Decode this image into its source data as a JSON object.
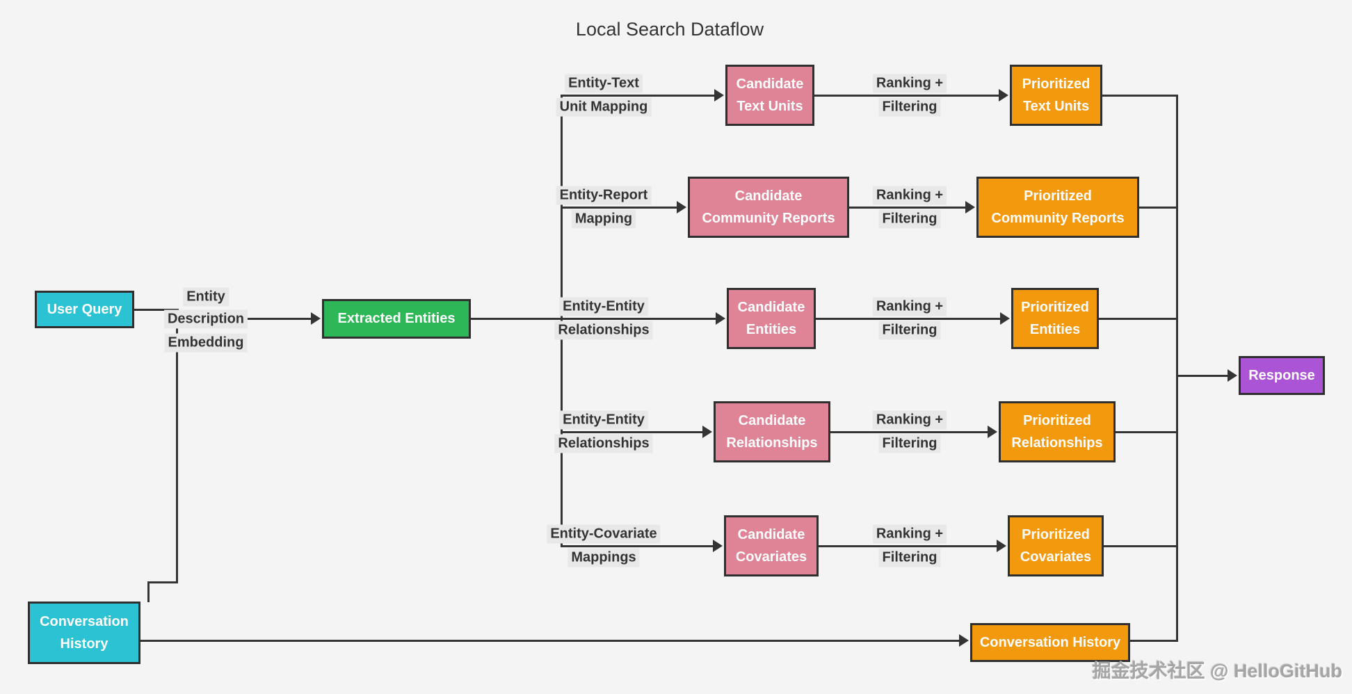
{
  "title": "Local Search Dataflow",
  "watermark": "掘金技术社区 @ HelloGitHub",
  "colors": {
    "cyan": "#2bc3d3",
    "green": "#2eb757",
    "pink": "#de8496",
    "orange": "#f2990e",
    "purple": "#ab55d6",
    "line": "#343434",
    "background": "#f4f4f4",
    "edge_label_background": "#e8e8e8"
  },
  "nodes": {
    "user_query": "User Query",
    "conversation_history_in": {
      "line1": "Conversation",
      "line2": "History"
    },
    "extracted_entities": "Extracted Entities",
    "response": "Response",
    "conversation_history_out": "Conversation History"
  },
  "edge_labels": {
    "embedding": {
      "line1": "Entity",
      "line2": "Description",
      "line3": "Embedding"
    },
    "ranking": {
      "line1": "Ranking +",
      "line2": "Filtering"
    }
  },
  "rows": [
    {
      "mapping_line1": "Entity-Text",
      "mapping_line2": "Unit Mapping",
      "candidate_line1": "Candidate",
      "candidate_line2": "Text Units",
      "prioritized_line1": "Prioritized",
      "prioritized_line2": "Text Units"
    },
    {
      "mapping_line1": "Entity-Report",
      "mapping_line2": "Mapping",
      "candidate_line1": "Candidate",
      "candidate_line2": "Community Reports",
      "prioritized_line1": "Prioritized",
      "prioritized_line2": "Community Reports"
    },
    {
      "mapping_line1": "Entity-Entity",
      "mapping_line2": "Relationships",
      "candidate_line1": "Candidate",
      "candidate_line2": "Entities",
      "prioritized_line1": "Prioritized",
      "prioritized_line2": "Entities"
    },
    {
      "mapping_line1": "Entity-Entity",
      "mapping_line2": "Relationships",
      "candidate_line1": "Candidate",
      "candidate_line2": "Relationships",
      "prioritized_line1": "Prioritized",
      "prioritized_line2": "Relationships"
    },
    {
      "mapping_line1": "Entity-Covariate",
      "mapping_line2": "Mappings",
      "candidate_line1": "Candidate",
      "candidate_line2": "Covariates",
      "prioritized_line1": "Prioritized",
      "prioritized_line2": "Covariates"
    }
  ]
}
